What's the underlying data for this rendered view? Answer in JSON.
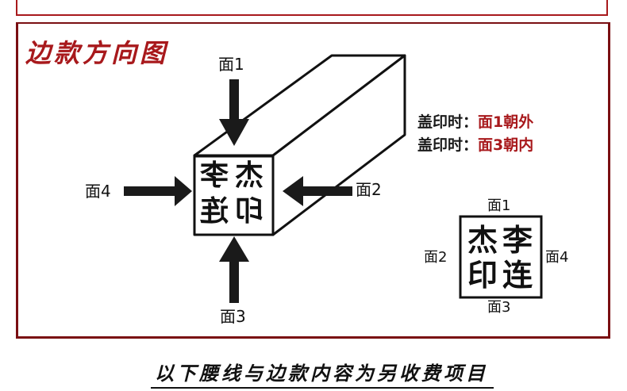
{
  "panel": {
    "title": "边款方向图"
  },
  "notes": [
    {
      "label": "盖印时：",
      "value": "面1朝外"
    },
    {
      "label": "盖印时：",
      "value": "面3朝内"
    }
  ],
  "main_diagram": {
    "face_labels": {
      "face1": "面1",
      "face2": "面2",
      "face3": "面3",
      "face4": "面4"
    },
    "seal_chars": {
      "top_left": "李",
      "top_right": "杰",
      "bottom_left": "连",
      "bottom_right": "印"
    }
  },
  "seal_impression": {
    "face_labels": {
      "top": "面1",
      "left": "面2",
      "bottom": "面3",
      "right": "面4"
    },
    "seal_chars": {
      "top_left": "杰",
      "top_right": "李",
      "bottom_left": "印",
      "bottom_right": "连"
    }
  },
  "footer": {
    "text": "以下腰线与边款内容为另收费项目"
  },
  "colors": {
    "accent_red": "#a8191c",
    "border_dark_red": "#7a0f12",
    "ink": "#111111"
  }
}
